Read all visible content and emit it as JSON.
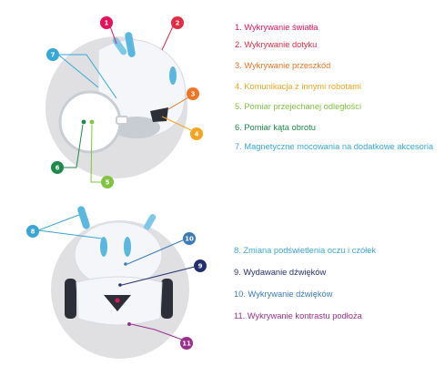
{
  "colors": {
    "c1": "#e4145a",
    "c2": "#e32b43",
    "c3": "#f07523",
    "c4": "#f3a51f",
    "c5": "#82c341",
    "c6": "#1e8a4a",
    "c7": "#36a9d8",
    "c8": "#3aa6d6",
    "c9": "#24306e",
    "c10": "#3a7bb8",
    "c11": "#9b2f8e",
    "robot_white": "#f4f6f9",
    "robot_blue": "#5ab7e0",
    "background_circle": "#e0e0e2"
  },
  "badges": {
    "b1": "1",
    "b2": "2",
    "b3": "3",
    "b4": "4",
    "b5": "5",
    "b6": "6",
    "b7": "7",
    "b8": "8",
    "b9": "9",
    "b10": "10",
    "b11": "11"
  },
  "legend_top": [
    {
      "text": "1. Wykrywanie światła",
      "color": "#e4145a"
    },
    {
      "text": "2. Wykrywanie dotyku",
      "color": "#e32b43"
    },
    {
      "text": "3. Wykrywanie przeszkód",
      "color": "#f07523"
    },
    {
      "text": "4. Komunikacja z innymi robotami",
      "color": "#f3a51f"
    },
    {
      "text": "5. Pomiar przejechanej odległości",
      "color": "#82c341"
    },
    {
      "text": "6. Pomiar kąta obrotu",
      "color": "#1e8a4a"
    },
    {
      "text": "7. Magnetyczne mocowania na dodatkowe akcesoria",
      "color": "#36a9d8"
    }
  ],
  "legend_bottom": [
    {
      "text": "8. Zmiana podświetlenia oczu i czółek",
      "color": "#3aa6d6"
    },
    {
      "text": "9. Wydawanie dźwięków",
      "color": "#24306e"
    },
    {
      "text": "10. Wykrywanie dźwięków",
      "color": "#3a7bb8"
    },
    {
      "text": "11. Wykrywanie kontrastu podłoża",
      "color": "#9b2f8e"
    }
  ]
}
